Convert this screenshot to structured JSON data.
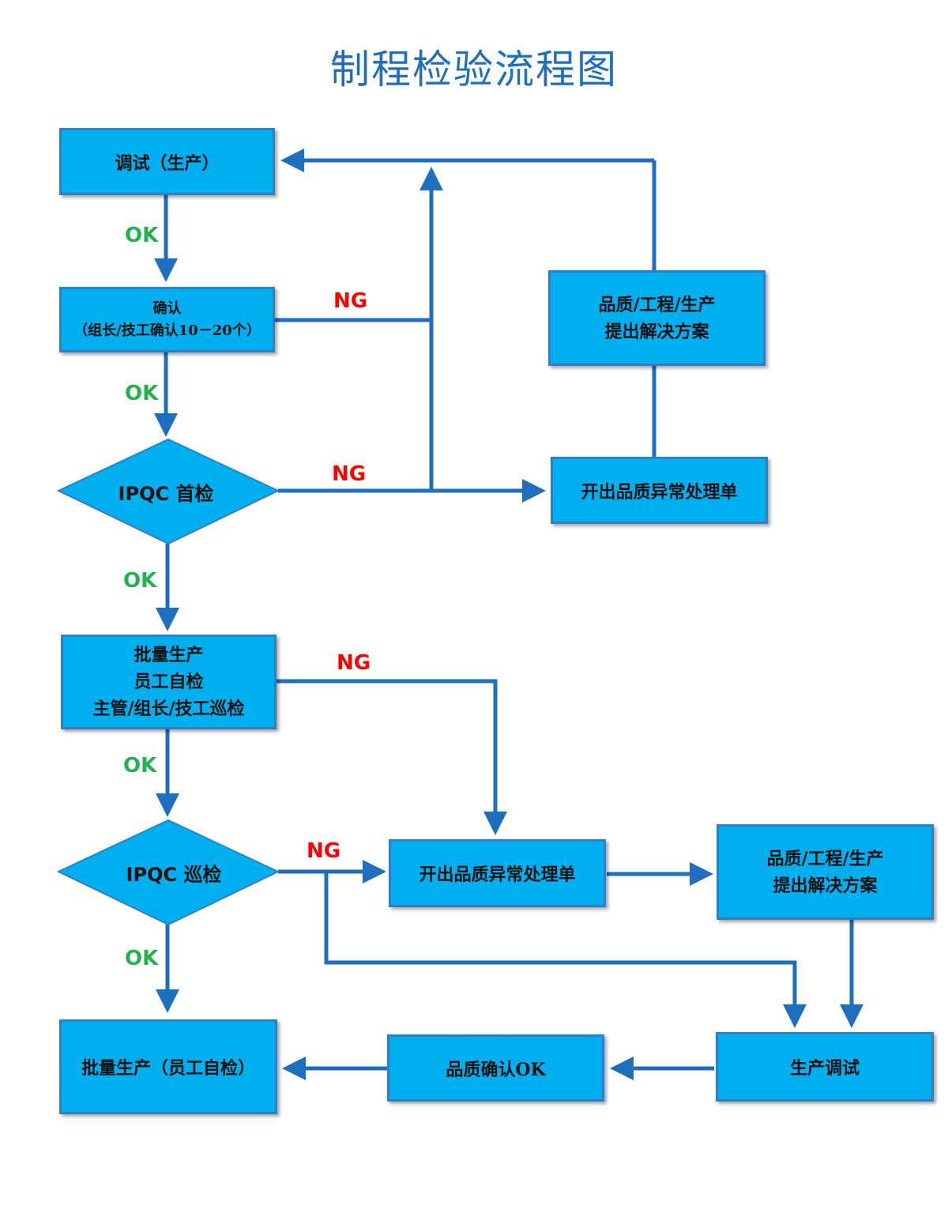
{
  "title": "制程检验流程图",
  "colors": {
    "box_fill": "#00aff0",
    "box_border": "#2f7fc8",
    "line": "#1f6fbf",
    "ok": "#22b14c",
    "ng": "#ff0000",
    "title": "#1f6fbf"
  },
  "nodes": {
    "debug": "调试（生产）",
    "confirm_l1": "确认",
    "confirm_l2": "（组长/技工确认10－20个）",
    "ipqc_first": "IPQC 首检",
    "mass_l1": "批量生产",
    "mass_l2": "员工自检",
    "mass_l3": "主管/组长/技工巡检",
    "ipqc_patrol": "IPQC 巡检",
    "final": "批量生产（员工自检）",
    "solution1_l1": "品质/工程/生产",
    "solution1_l2": "提出解决方案",
    "anomaly1": "开出品质异常处理单",
    "anomaly2": "开出品质异常处理单",
    "solution2_l1": "品质/工程/生产",
    "solution2_l2": "提出解决方案",
    "prod_debug": "生产调试",
    "quality_ok": "品质确认OK"
  },
  "labels": {
    "ok1": "OK",
    "ok2": "OK",
    "ok3": "OK",
    "ok4": "OK",
    "ok5": "OK",
    "ng1": "NG",
    "ng2": "NG",
    "ng3": "NG",
    "ng4": "NG"
  }
}
